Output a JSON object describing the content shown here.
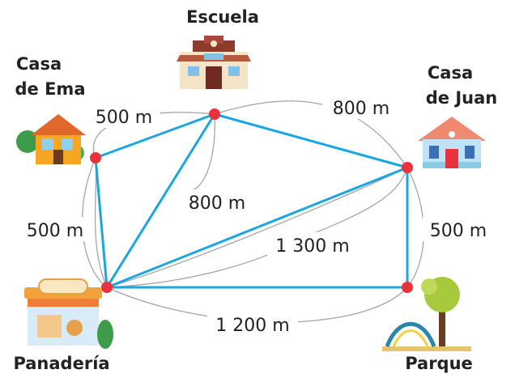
{
  "places": {
    "escuela": "Escuela",
    "casa_ema_line1": "Casa",
    "casa_ema_line2": "de Ema",
    "casa_juan_line1": "Casa",
    "casa_juan_line2": "de Juan",
    "panaderia": "Panadería",
    "parque": "Parque"
  },
  "distances": {
    "ema_escuela": "500 m",
    "escuela_juan": "800 m",
    "escuela_panaderia": "800 m",
    "ema_panaderia": "500 m",
    "panaderia_juan": "1 300 m",
    "juan_parque": "500 m",
    "panaderia_parque": "1 200 m"
  },
  "colors": {
    "route": "#1ba6e0",
    "node": "#e8333c",
    "guide": "#a5a5a5"
  },
  "icons": [
    "school-icon",
    "house-ema-icon",
    "house-juan-icon",
    "bakery-icon",
    "park-icon"
  ]
}
